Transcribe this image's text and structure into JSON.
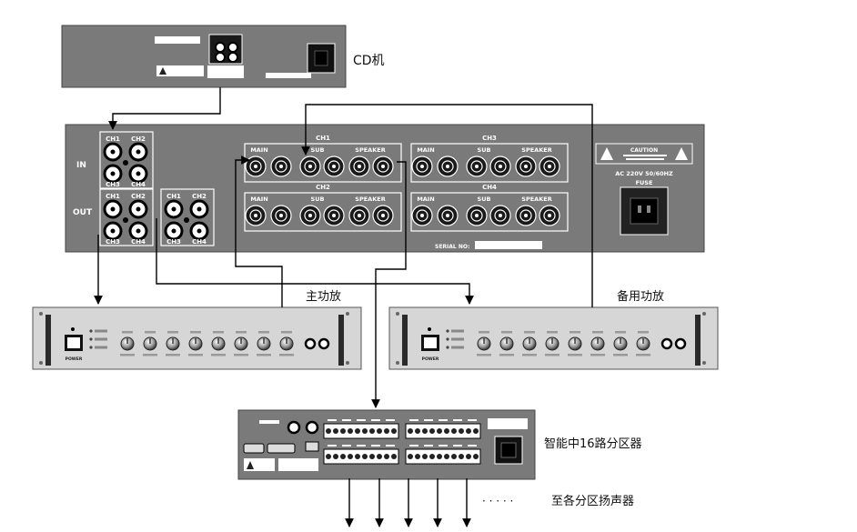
{
  "labels": {
    "cd_player": "CD机",
    "main_amp": "主功放",
    "backup_amp": "备用功放",
    "zone_router": "智能中16路分区器",
    "to_speakers": "至各分区扬声器",
    "dots": "· · · · ·"
  },
  "processor": {
    "in_label": "IN",
    "out_label": "OUT",
    "in_jacks": [
      "CH1",
      "CH2",
      "CH3",
      "CH4"
    ],
    "out_jacks": [
      "CH1",
      "CH2",
      "CH3",
      "CH4"
    ],
    "out2_jacks": [
      "CH1",
      "CH2",
      "CH3",
      "CH4"
    ],
    "channels": [
      {
        "name": "CH1",
        "main": "MAIN",
        "sub": "SUB",
        "speaker": "SPEAKER"
      },
      {
        "name": "CH2",
        "main": "MAIN",
        "sub": "SUB",
        "speaker": "SPEAKER"
      },
      {
        "name": "CH3",
        "main": "MAIN",
        "sub": "SUB",
        "speaker": "SPEAKER"
      },
      {
        "name": "CH4",
        "main": "MAIN",
        "sub": "SUB",
        "speaker": "SPEAKER"
      }
    ],
    "caution": "CAUTION",
    "power_spec": "AC 220V 50/60HZ",
    "fuse": "FUSE",
    "serial": "SERIAL NO:"
  },
  "amplifier": {
    "power_label": "POWER"
  },
  "colors": {
    "chassis": "#7a7a7a",
    "panel": "#d4d4d4",
    "dark": "#1a1a1a",
    "wire": "#000000"
  }
}
